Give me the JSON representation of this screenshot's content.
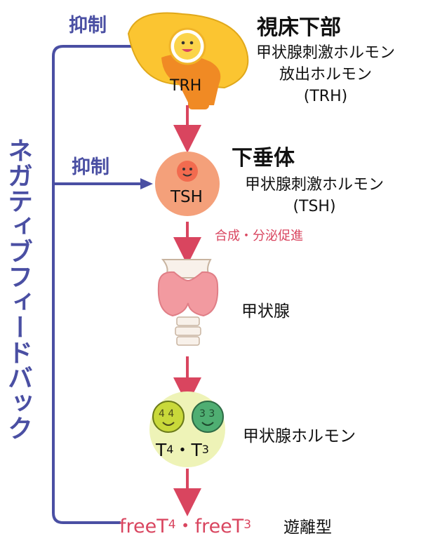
{
  "feedback": {
    "label": "ネガティブフィードバック",
    "suppress_top": "抑制",
    "suppress_mid": "抑制"
  },
  "hypothalamus": {
    "title": "視床下部",
    "desc_line1": "甲状腺刺激ホルモン",
    "desc_line2": "放出ホルモン",
    "desc_line3": "(TRH)",
    "badge": "TRH"
  },
  "pituitary": {
    "title": "下垂体",
    "desc_line1": "甲状腺刺激ホルモン",
    "desc_line2": "(TSH)",
    "badge": "TSH",
    "note": "合成・分泌促進"
  },
  "thyroid": {
    "label": "甲状腺"
  },
  "hormones": {
    "label": "甲状腺ホルモン",
    "t4_mark": "4 4",
    "t3_mark": "3 3",
    "t4": "T",
    "t4_sub": "4",
    "dot": "・",
    "t3": "T",
    "t3_sub": "3"
  },
  "free": {
    "t4_prefix": "freeT",
    "t4_sub": "4",
    "dot": "・",
    "t3_prefix": "freeT",
    "t3_sub": "3",
    "label": "遊離型"
  },
  "colors": {
    "arrow_red": "#d9455f",
    "feedback_blue": "#4a4fa3",
    "brain_yellow": "#fbc531",
    "brain_orange": "#f08a24",
    "pituitary_orange": "#f4a07a",
    "thyroid_pink": "#f29aa0",
    "hormone_bg": "#eef3b7"
  }
}
